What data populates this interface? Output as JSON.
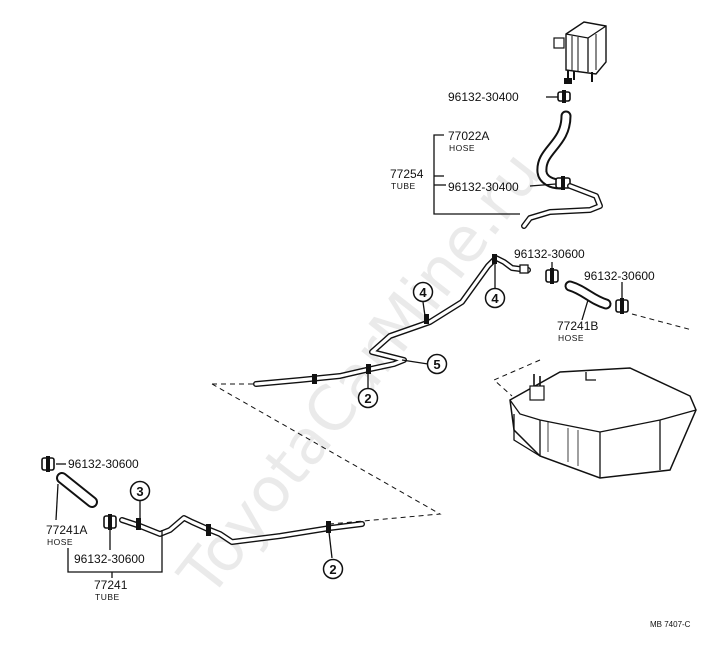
{
  "parts": {
    "clamp_top": "96132-30400",
    "hose_77022a": "77022A",
    "hose_77022a_sub": "HOSE",
    "tube_77254": "77254",
    "tube_77254_sub": "TUBE",
    "clamp_mid": "96132-30400",
    "clamp_right_a": "96132-30600",
    "clamp_right_b": "96132-30600",
    "hose_77241b": "77241B",
    "hose_77241b_sub": "HOSE",
    "clamp_left_top": "96132-30600",
    "hose_77241a": "77241A",
    "hose_77241a_sub": "HOSE",
    "clamp_left_bottom": "96132-30600",
    "tube_77241": "77241",
    "tube_77241_sub": "TUBE"
  },
  "callouts": [
    "4",
    "4",
    "5",
    "2",
    "3",
    "2"
  ],
  "drawing_code": "MB  7407-C",
  "watermark": "ToyotaCarMine.ru"
}
